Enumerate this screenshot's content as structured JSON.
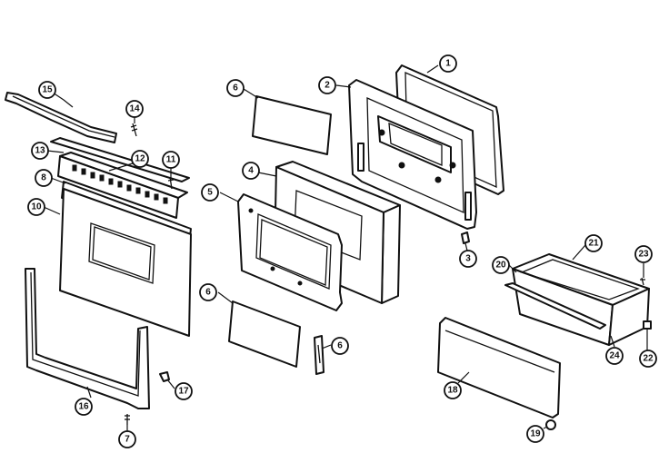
{
  "callouts": {
    "c1": "1",
    "c2": "2",
    "c3": "3",
    "c4": "4",
    "c5": "5",
    "c6a": "6",
    "c6b": "6",
    "c6c": "6",
    "c7": "7",
    "c8": "8",
    "c10": "10",
    "c11": "11",
    "c12": "12",
    "c13": "13",
    "c14": "14",
    "c15": "15",
    "c16": "16",
    "c17": "17",
    "c18": "18",
    "c19": "19",
    "c20": "20",
    "c21": "21",
    "c22": "22",
    "c23": "23",
    "c24": "24"
  }
}
